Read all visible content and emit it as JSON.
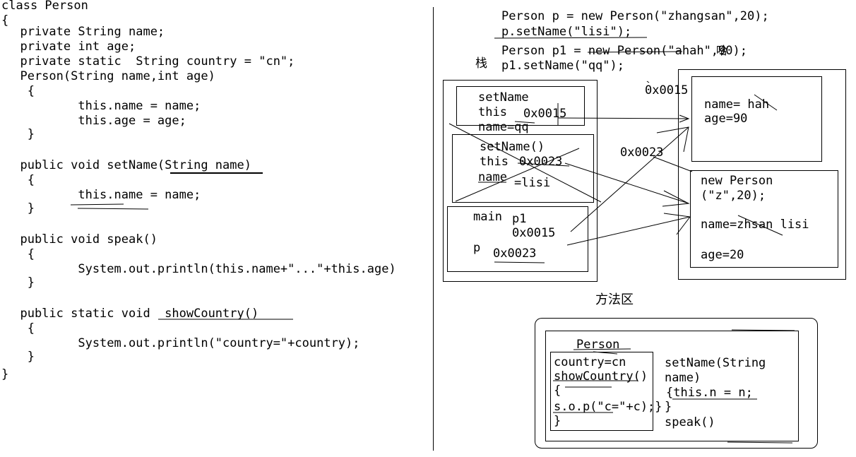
{
  "code": {
    "lines": [
      "class Person",
      "{",
      "  private String name;",
      "  private int age;",
      "  private static  String country = \"cn\";",
      "  Person(String name,int age)",
      "   {",
      "          this.name = name;",
      "          this.age = age;",
      "   }",
      "",
      "  public void setName(String name)",
      "   {",
      "          this.name = name;",
      "   }",
      "",
      "  public void speak()",
      "   {",
      "          System.out.println(this.name+\"...\"+this.age)",
      "   }",
      "",
      "  public static void  showCountry()",
      "   {",
      "          System.out.println(\"country=\"+country);",
      "   }",
      "}"
    ]
  },
  "main_code": {
    "lines": [
      "Person p = new Person(\"zhangsan\",20);",
      "p.setName(\"lisi\");",
      "Person p1 = new Person(\"ahah\",90);",
      "p1.setName(\"qq\");"
    ],
    "ahah_overwrite": "哈"
  },
  "stack": {
    "label": "栈",
    "frame1": {
      "method": "setName",
      "this_label": "this",
      "this_addr": "0x0015",
      "name_label": "name=qq"
    },
    "frame2": {
      "method": "setName()",
      "this_label": "this",
      "this_addr": "0x0023",
      "name_label": "name",
      "name_value": "=lisi"
    },
    "main": {
      "label": "main",
      "p1_label": "p1",
      "p1_addr": "0x0015",
      "p_label": "p",
      "p_addr": "0x0023"
    }
  },
  "heap": {
    "addr1": "0x0015",
    "addr2": "0x0023",
    "obj1": {
      "name_line": "name= hah",
      "age_line": "age=90"
    },
    "obj2": {
      "title1": "new Person",
      "title2": "(\"z\",20);",
      "name_line": "name=zhsan lisi",
      "age_line": "age=20"
    }
  },
  "method_area": {
    "label": "方法区",
    "class_name": "Person",
    "static_lines": [
      "country=cn",
      "showCountry()",
      "{",
      "s.o.p(\"c=\"+c);}",
      "}"
    ],
    "methods_lines": [
      "setName(String",
      "name)",
      "{this.n = n;",
      "}",
      "speak()"
    ]
  }
}
